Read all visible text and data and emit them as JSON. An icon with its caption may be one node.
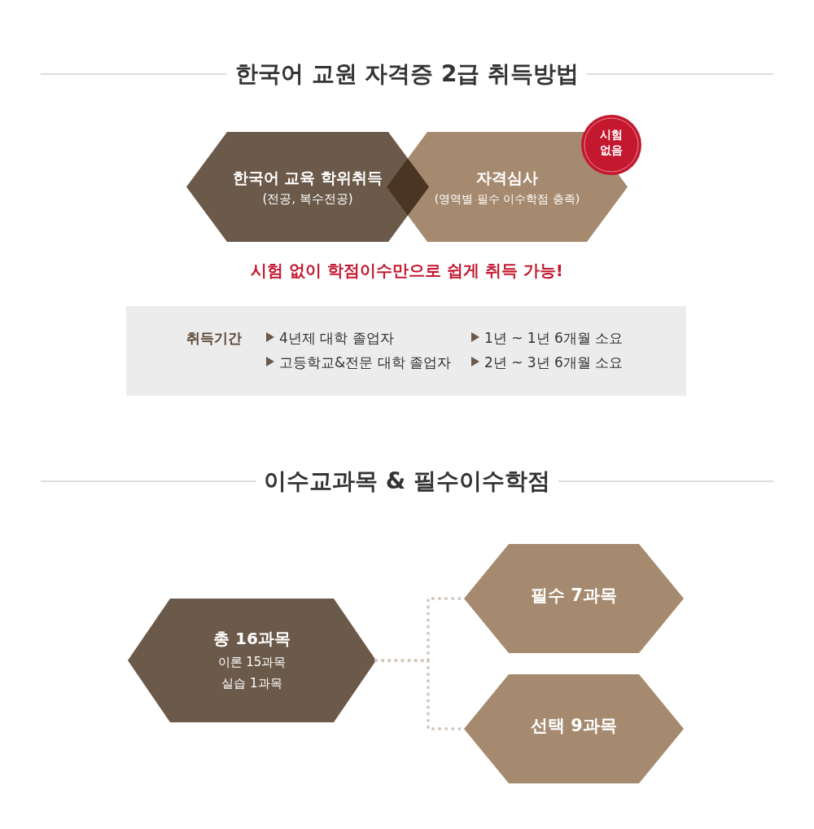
{
  "diagram": {
    "title": "한국어 교원 자격증 2급 취득방법",
    "nodes": [
      {
        "text": [
          "한국어 교육 학위취득",
          "(전공, 복수전공)"
        ]
      },
      {
        "text": [
          "자격심사",
          "(영역별 필수 이수학점 충족)"
        ]
      },
      {
        "text": [
          "시험 없음"
        ]
      },
      {
        "text": [
          "취득기간",
          "4년제 대학 졸업자",
          "1년 ~ 1년 6개월 소요",
          "고등학교&전문 대학 졸업자",
          "2년 ~ 3년 6개월 소요"
        ]
      },
      {
        "text": [
          "총 16과목",
          "이론 15과목",
          "실습 1과목"
        ]
      },
      {
        "text": [
          "필수 7과목"
        ]
      },
      {
        "text": [
          "선택 9과목"
        ]
      }
    ],
    "edges": [
      {
        "from": 4,
        "to": 5,
        "arrow": "none",
        "style": "dashed"
      },
      {
        "from": 4,
        "to": 6,
        "arrow": "none",
        "style": "dashed"
      }
    ],
    "labels": [
      "시험 없이 학점이수만으로 쉽게 취득 가능!",
      "이수교과목 & 필수이수학점"
    ]
  }
}
